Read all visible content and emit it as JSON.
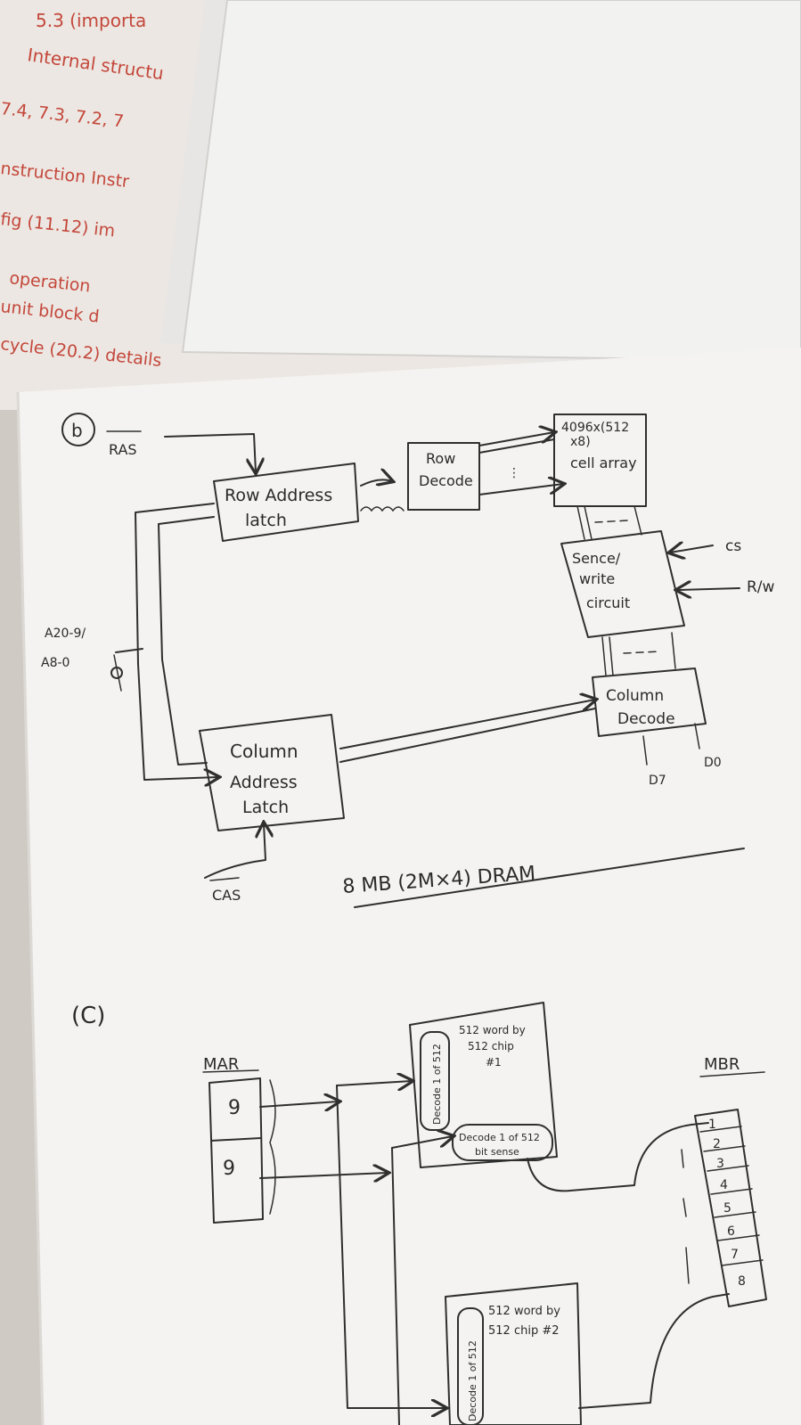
{
  "background_notes": [
    "5.3 (importa",
    "Internal structu",
    "7.4, 7.3, 7.2, 7",
    "nstruction Instr",
    "fig (11.12) im",
    "operation",
    "unit block d",
    "cycle (20.2) details"
  ],
  "diagram_b": {
    "label": "b",
    "ras": "RAS",
    "row_latch": [
      "Row Address",
      "latch"
    ],
    "row_decode": [
      "Row",
      "Decode"
    ],
    "cell_array": [
      "4096x(512",
      "x8)",
      "cell array"
    ],
    "sense_write": [
      "Sence/",
      "write",
      "circuit"
    ],
    "cs": "cs",
    "rw": "R/w",
    "address_inputs": [
      "A20-9/",
      "A8-0"
    ],
    "column_decode": [
      "Column",
      "Decode"
    ],
    "column_latch": [
      "Column",
      "Address",
      "Latch"
    ],
    "cas": "CAS",
    "d0": "D0",
    "d7": "D7",
    "caption": "8 MB (2M×4) DRAM"
  },
  "diagram_c": {
    "label": "(C)",
    "mar_label": "MAR",
    "mar_fields": [
      "9",
      "9"
    ],
    "chip1": [
      "512 word by",
      "512 chip",
      "#1"
    ],
    "chip1_decode_v": "Decode 1 of 512",
    "chip1_decode_h": [
      "Decode 1 of 512",
      "bit sense"
    ],
    "chip2": [
      "512 word by",
      "512 chip #2"
    ],
    "chip2_decode_v": "Decode 1 of 512",
    "mbr_label": "MBR",
    "mbr_cells": [
      "1",
      "2",
      "3",
      "4",
      "5",
      "6",
      "7",
      "8"
    ]
  },
  "colors": {
    "paper": "#f4f3f1",
    "ink": "#2a2a2a",
    "red_ink": "#c4473b"
  }
}
